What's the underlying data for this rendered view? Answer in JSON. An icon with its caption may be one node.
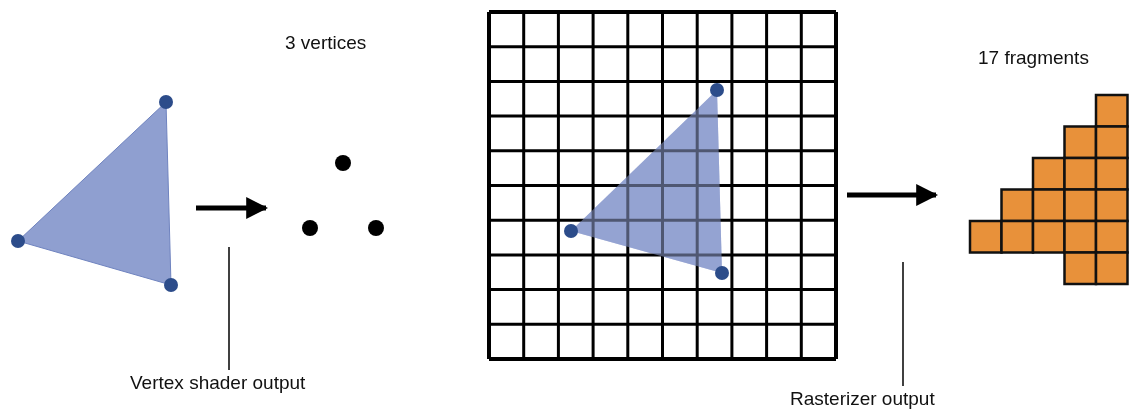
{
  "diagram": {
    "nodes": [
      {
        "text": [],
        "shape": "triangle"
      },
      {
        "text": [
          "3 vertices"
        ]
      },
      {
        "text": [],
        "shape": "grid"
      },
      {
        "text": [
          "17 fragments"
        ]
      },
      {
        "text": [
          "Vertex shader output"
        ]
      },
      {
        "text": [
          "Rasterizer output"
        ]
      }
    ],
    "edges": [
      {
        "from": 0,
        "to": 1,
        "arrow": "to",
        "style": "thick"
      },
      {
        "from": 2,
        "to": 3,
        "arrow": "to",
        "style": "thick"
      },
      {
        "from": 4,
        "to": null,
        "arrow": "none"
      },
      {
        "from": 5,
        "to": null,
        "arrow": "none"
      }
    ]
  }
}
